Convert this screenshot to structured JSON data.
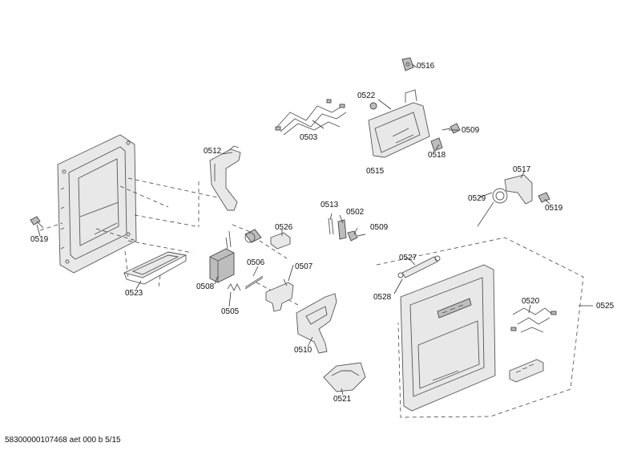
{
  "diagram": {
    "parts": {
      "p0503": "0503",
      "p0505": "0505",
      "p0506": "0506",
      "p0507": "0507",
      "p0508": "0508",
      "p0509a": "0509",
      "p0509b": "0509",
      "p0510": "0510",
      "p0512": "0512",
      "p0513": "0513",
      "p0502": "0502",
      "p0515": "0515",
      "p0516": "0516",
      "p0517": "0517",
      "p0518": "0518",
      "p0519a": "0519",
      "p0519b": "0519",
      "p0520": "0520",
      "p0521": "0521",
      "p0522": "0522",
      "p0523": "0523",
      "p0525": "0525",
      "p0526": "0526",
      "p0527": "0527",
      "p0528": "0528",
      "p0529": "0529"
    },
    "footer": "58300000107468 aet 000 b 5/15"
  }
}
